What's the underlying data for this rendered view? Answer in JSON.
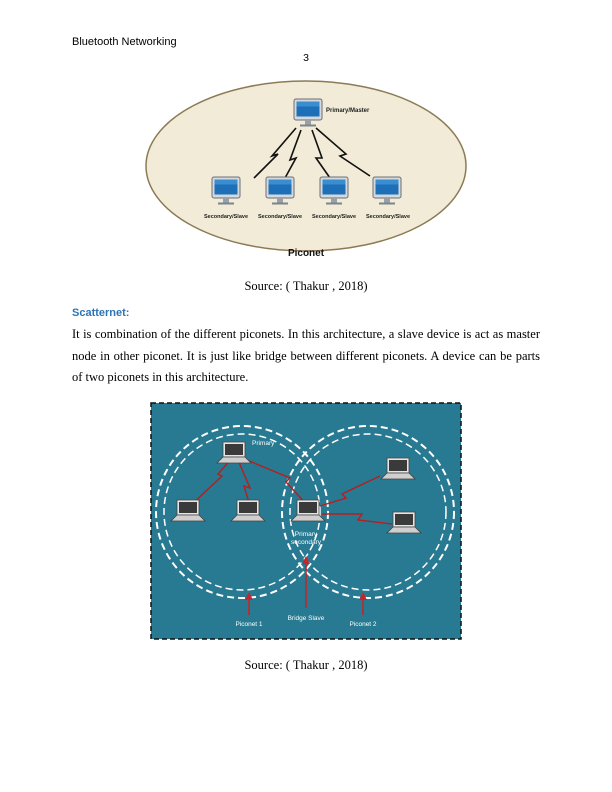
{
  "header": {
    "title": "Bluetooth Networking",
    "page_number": "3"
  },
  "figure1": {
    "primary_label": "Primary/Master",
    "slave_labels": [
      "Secondary/Slave",
      "Secondary/Slave",
      "Secondary/Slave",
      "Secondary/Slave"
    ],
    "title": "Piconet",
    "colors": {
      "ellipse_fill": "#f1ebd7",
      "ellipse_stroke": "#8c7a55",
      "figure_bg": "#ffffff"
    }
  },
  "caption1": "Source: ( Thakur , 2018)",
  "section": {
    "heading": "Scatternet:",
    "paragraph": "It is combination of the different piconets. In this architecture, a slave device is act as master node in other piconet. It is just like bridge between different piconets. A device can be parts of two piconets in this architecture."
  },
  "figure2": {
    "primary_label": "Primary",
    "shared_label_line1": "Primary",
    "shared_label_line2": "secondary",
    "piconet1_label": "Piconet 1",
    "bridge_label": "Bridge Slave",
    "piconet2_label": "Piconet 2",
    "colors": {
      "background": "#277a91",
      "border": "#111111",
      "link": "#b51f1f",
      "arrow": "#c0282b"
    }
  },
  "caption2": "Source: ( Thakur , 2018)"
}
